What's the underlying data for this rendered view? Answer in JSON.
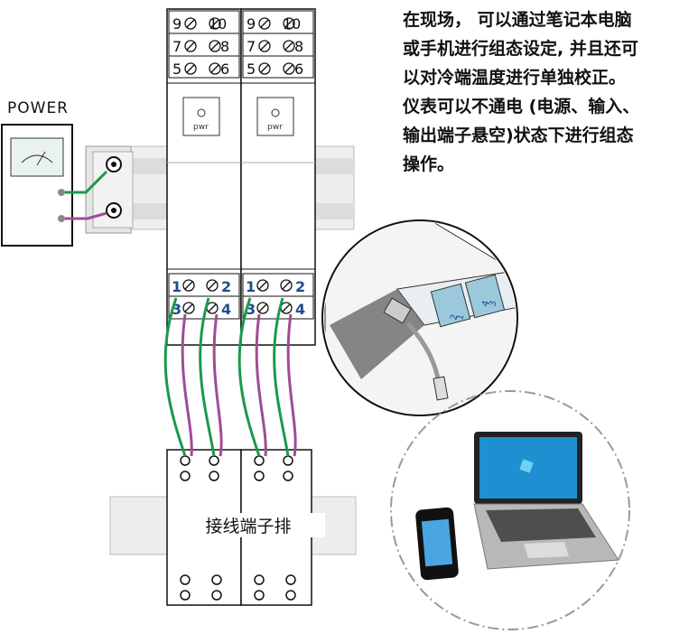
{
  "description_lines": [
    "在现场， 可以通过笔记本电脑",
    "或手机进行组态设定, 并且还可",
    "以对冷端温度进行单独校正。",
    "仪表可以不通电 (电源、输入、",
    "输出端子悬空)状态下进行组态",
    "操作。"
  ],
  "power_label": "POWER",
  "terminal_strip_label": "接线端子排",
  "modules": [
    {
      "top_terminals": [
        [
          "9",
          "10"
        ],
        [
          "7",
          "8"
        ],
        [
          "5",
          "6"
        ]
      ],
      "bottom_terminals": [
        [
          "1",
          "2"
        ],
        [
          "3",
          "4"
        ]
      ],
      "pwr_label": "pwr"
    },
    {
      "top_terminals": [
        [
          "9",
          "10"
        ],
        [
          "7",
          "8"
        ],
        [
          "5",
          "6"
        ]
      ],
      "bottom_terminals": [
        [
          "1",
          "2"
        ],
        [
          "3",
          "4"
        ]
      ],
      "pwr_label": "pwr"
    }
  ],
  "connector_labels": [
    "2",
    "1",
    "4",
    "3"
  ],
  "colors": {
    "wire_green": "#1a9a4a",
    "wire_purple": "#a04c96",
    "terminal_number_blue": "#1f4e8c",
    "device_outline": "#111111",
    "rail_gray": "#cccccc",
    "dash_circle": "#999999",
    "laptop_screen": "#1e8fd0",
    "phone_screen": "#4aa6e0"
  },
  "icons": [
    "meter-icon",
    "laptop-icon",
    "phone-icon",
    "usb-cable-icon"
  ]
}
